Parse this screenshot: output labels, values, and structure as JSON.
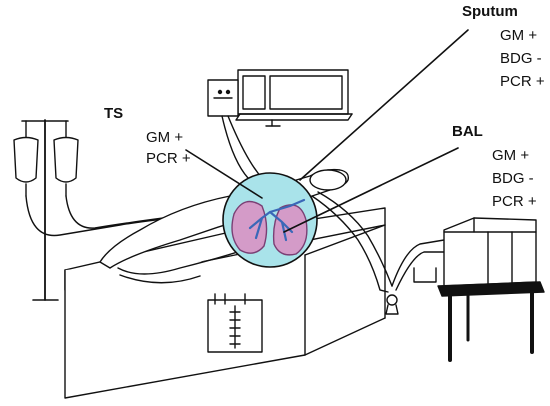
{
  "labels": {
    "ts": {
      "title": "TS",
      "tests": [
        "GM +",
        "PCR +"
      ]
    },
    "sputum": {
      "title": "Sputum",
      "tests": [
        "GM +",
        "BDG -",
        "PCR +"
      ]
    },
    "bal": {
      "title": "BAL",
      "tests": [
        "GM +",
        "BDG -",
        "PCR +"
      ]
    }
  },
  "colors": {
    "line": "#111111",
    "magnifier_fill": "#a9e3ea",
    "lung_fill": "#d49bc8",
    "lung_stroke": "#7a3f74",
    "bronchi": "#3a68b8"
  }
}
